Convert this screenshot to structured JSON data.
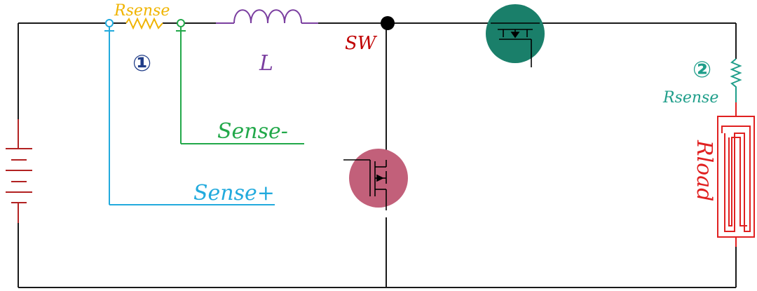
{
  "labels": {
    "rsense_top": "Rsense",
    "inductor": "L",
    "switch_node": "SW",
    "sense_minus": "Sense-",
    "sense_plus": "Sense+",
    "marker_1": "①",
    "marker_2": "②",
    "rsense_right": "Rsense",
    "rload": "Rload"
  },
  "colors": {
    "wire": "#1a1a1a",
    "battery": "#b22222",
    "rsense_top": "#f0b400",
    "sense_plus": "#22aadd",
    "sense_minus": "#22a84a",
    "inductor": "#7b3fa0",
    "switch_node": "#c00000",
    "mosfet_high": "#1a7f6a",
    "mosfet_low": "#c2607a",
    "marker_1": "#1f3c88",
    "marker_2": "#1f9e8a",
    "rload": "#e02020"
  }
}
